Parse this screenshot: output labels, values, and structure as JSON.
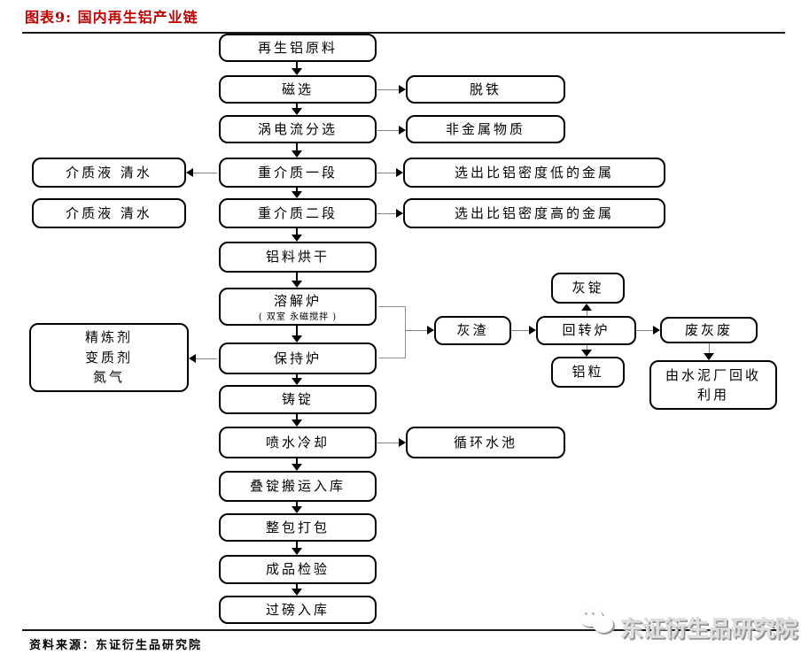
{
  "header": {
    "title": "图表9: 国内再生铝产业链"
  },
  "nodes": {
    "raw_material": "再生铝原料",
    "magnetic_separation": "磁选",
    "iron_removal": "脱铁",
    "eddy_current": "涡电流分选",
    "non_metal": "非金属物质",
    "heavy_medium_1": "重介质一段",
    "low_density_metal": "选出比铝密度低的金属",
    "medium_liquid_1": "介质液 清水",
    "heavy_medium_2": "重介质二段",
    "high_density_metal": "选出比铝密度高的金属",
    "medium_liquid_2": "介质液 清水",
    "drying": "铝料烘干",
    "melting_furnace": "溶解炉",
    "melting_furnace_sub": "( 双室 永磁搅拌 )",
    "holding_furnace": "保持炉",
    "additives": "精炼剂\n变质剂\n氮气",
    "ash_slag": "灰渣",
    "rotary_furnace": "回转炉",
    "ash_ingot": "灰锭",
    "aluminum_granules": "铝粒",
    "waste_ash": "废灰废",
    "cement_recycle": "由水泥厂回收\n利用",
    "casting": "铸锭",
    "water_cooling": "喷水冷却",
    "circulating_pool": "循环水池",
    "stacking": "叠锭搬运入库",
    "packing": "整包打包",
    "inspection": "成品检验",
    "weighing": "过磅入库"
  },
  "footer": {
    "source": "资料来源：东证衍生品研究院",
    "logo_text": "东证衍生品研究院",
    "logo_icon": "wechat-bubbles-icon"
  },
  "colors": {
    "title_red": "#c00000",
    "box_border": "#000000",
    "connector_gray": "#808080",
    "logo_emboss_shadow": "#949494"
  }
}
